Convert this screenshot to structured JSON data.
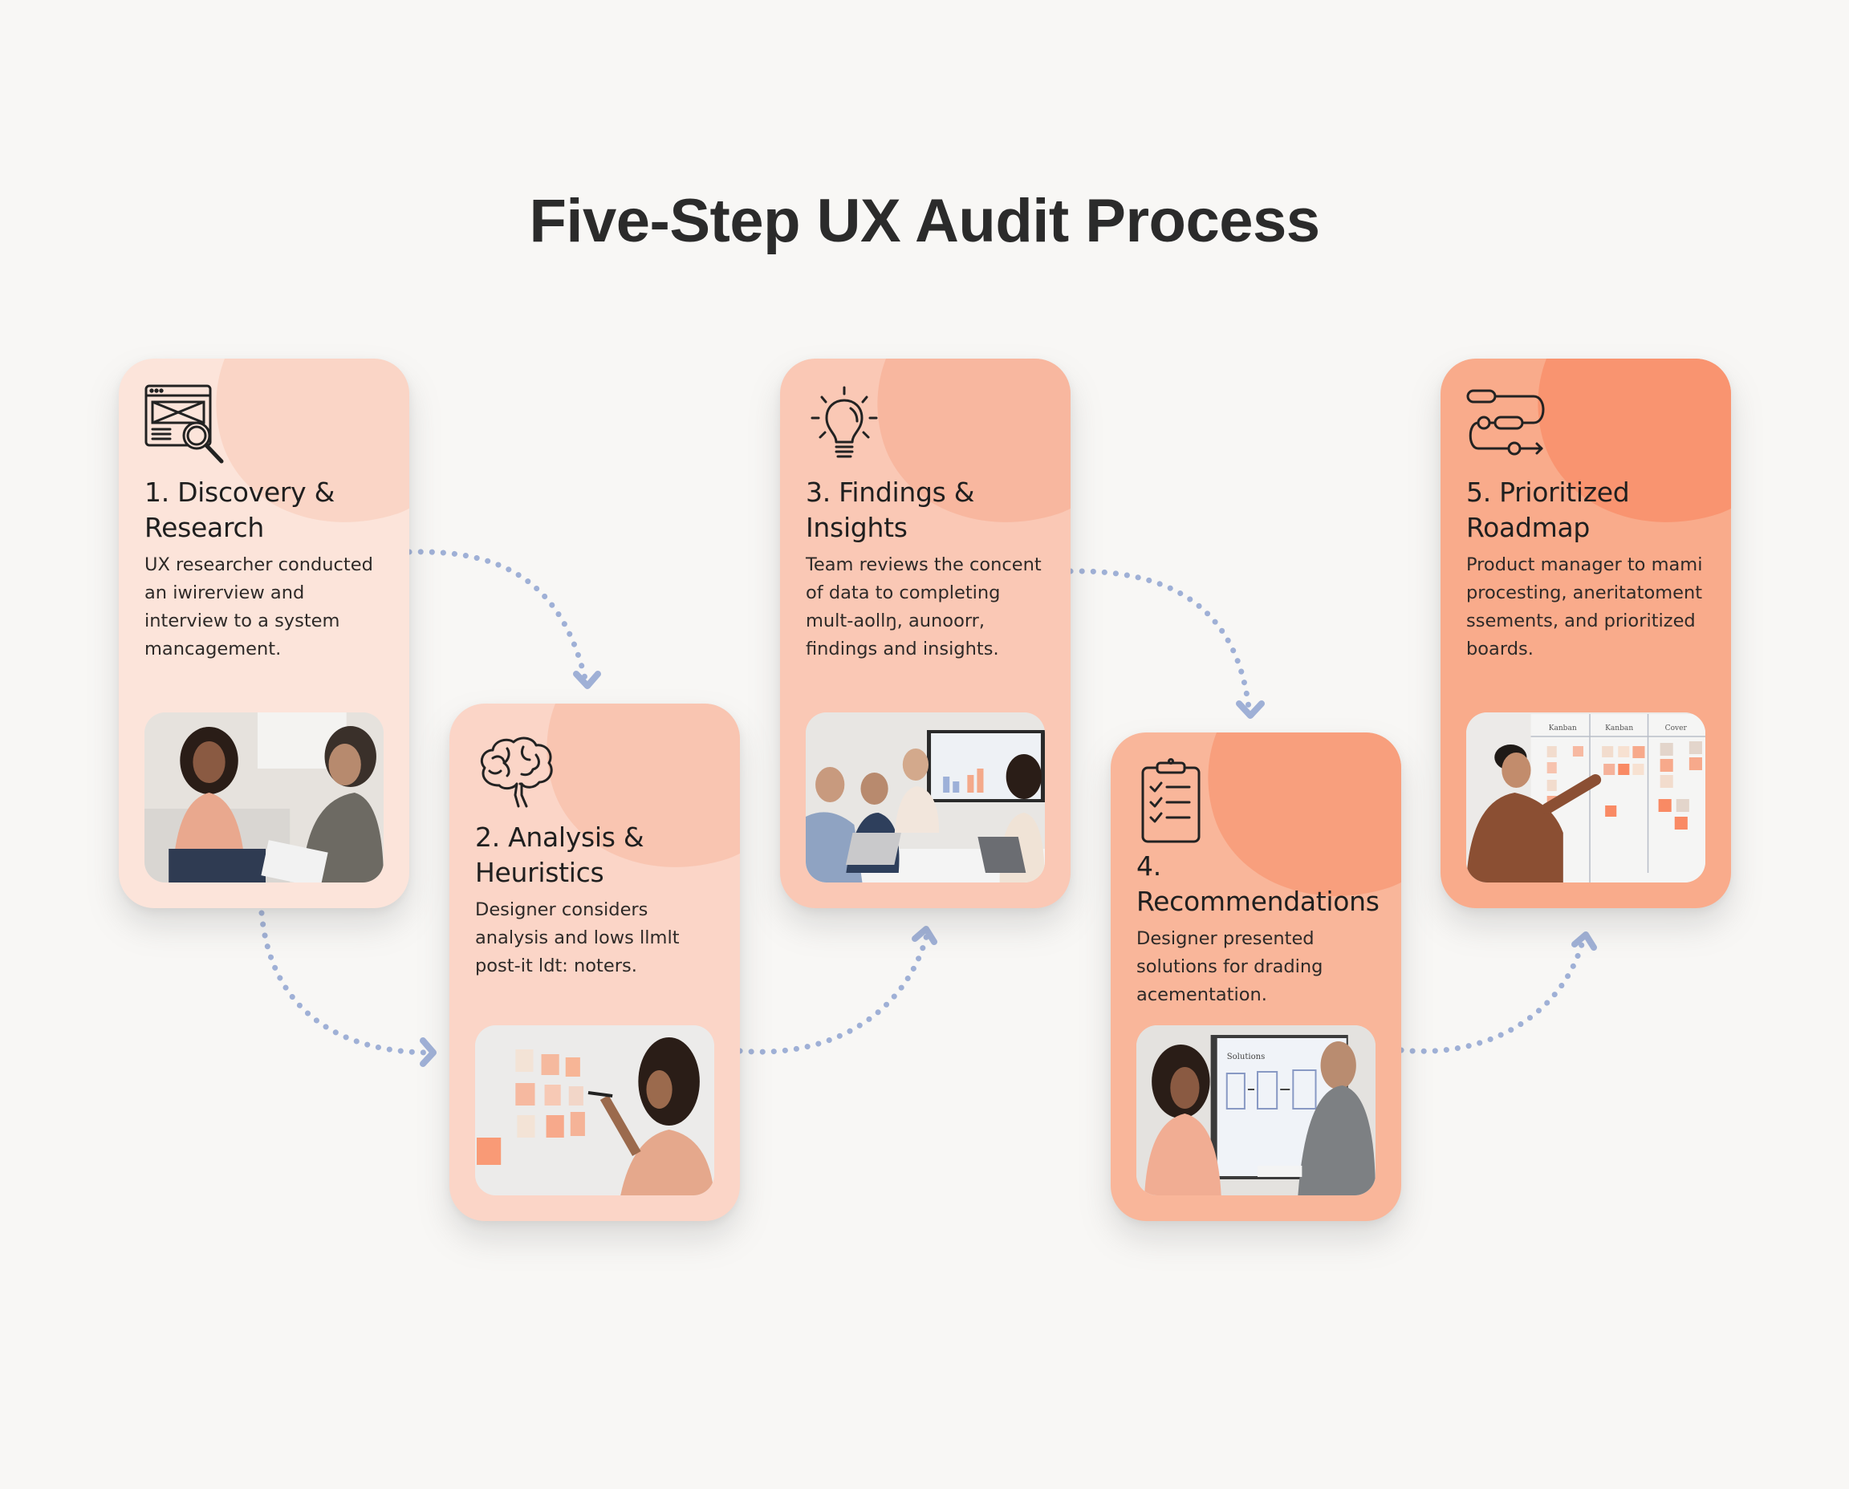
{
  "title": "Five-Step UX Audit Process",
  "colors": {
    "background": "#f8f7f5",
    "connector": "#9fb0d6",
    "card1": "#fce3d8",
    "card2": "#fbd4c6",
    "card3": "#fac7b4",
    "card4": "#f9b394",
    "card5": "#f9a887"
  },
  "steps": [
    {
      "number": "1",
      "title": "1. Discovery & Research",
      "description": "UX researcher conducted an iwirerview and interview to a system mancagement.",
      "icon": "wireframe-search-icon",
      "photo": "researcher-interview-photo"
    },
    {
      "number": "2",
      "title": "2. Analysis & Heuristics",
      "description": "Designer considers analysis and lows llmlt post-it ldt: noters.",
      "icon": "brain-icon",
      "photo": "designer-sticky-notes-photo"
    },
    {
      "number": "3",
      "title": "3. Findings & Insights",
      "description": "Team reviews the concent of data to completing mult-aollŋ, aunoorr, findings and insights.",
      "icon": "lightbulb-icon",
      "photo": "team-meeting-photo"
    },
    {
      "number": "4",
      "title": "4. Recommendations",
      "description": "Designer presented solutions for drading acementation.",
      "icon": "clipboard-checklist-icon",
      "photo": "solution-presentation-photo",
      "photo_screen_label": "Solutions"
    },
    {
      "number": "5",
      "title": "5. Prioritized Roadmap",
      "description": "Product manager to mami procesting, aneritatoment ssements, and prioritized boards.",
      "icon": "roadmap-path-icon",
      "photo": "kanban-board-photo",
      "board_columns": [
        "Kanban",
        "Kanban",
        "Cover"
      ]
    }
  ]
}
